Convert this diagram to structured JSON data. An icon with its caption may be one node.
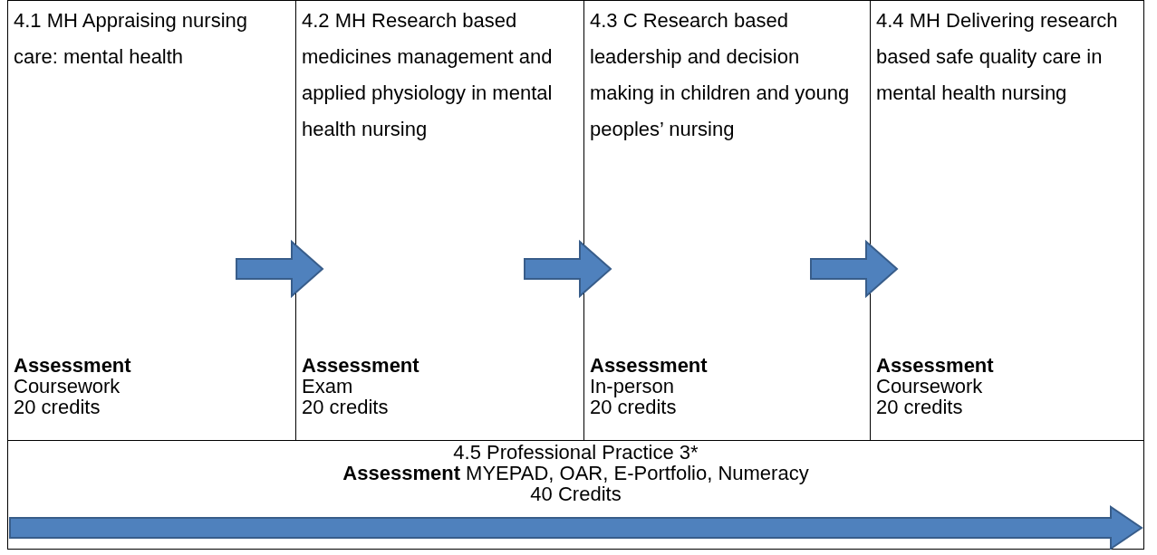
{
  "diagram": {
    "nodes": [
      {
        "text": [
          "4.1 MH Appraising nursing care: mental health",
          "Assessment",
          "Coursework",
          "20 credits"
        ]
      },
      {
        "text": [
          "4.2 MH Research based medicines management and applied physiology in mental health nursing",
          "Assessment",
          "Exam",
          "20 credits"
        ]
      },
      {
        "text": [
          "4.3 C Research based leadership and decision making in children and young peoples’ nursing",
          "Assessment",
          "In-person",
          "20 credits"
        ]
      },
      {
        "text": [
          "4.4 MH Delivering research based safe quality care in mental health nursing",
          "Assessment",
          "Coursework",
          "20 credits"
        ]
      },
      {
        "text": [
          "4.5 Professional Practice 3*",
          "**Assessment** MYEPAD, OAR, E-Portfolio, Numeracy",
          "40 Credits"
        ]
      }
    ],
    "edges": [
      {
        "from": 0,
        "to": 1,
        "arrow": "to"
      },
      {
        "from": 1,
        "to": 2,
        "arrow": "to"
      },
      {
        "from": 2,
        "to": 3,
        "arrow": "to"
      }
    ]
  }
}
